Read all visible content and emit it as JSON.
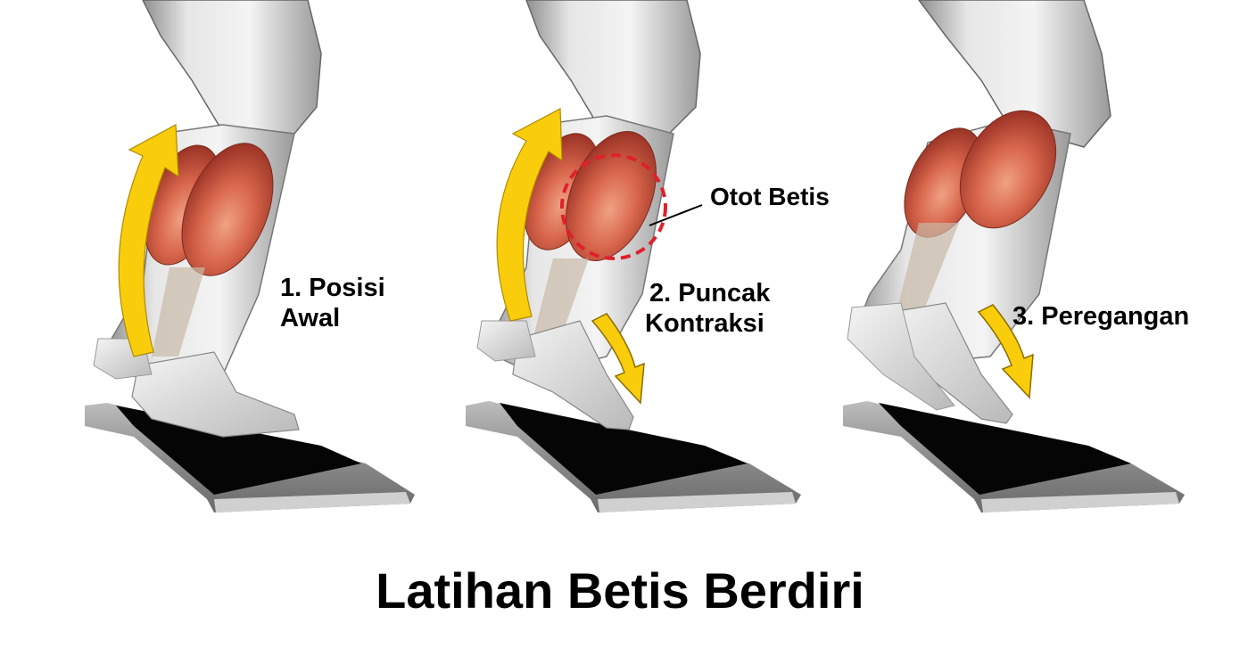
{
  "title": "Latihan Betis Berdiri",
  "colors": {
    "background": "#ffffff",
    "arrow": "#f9cd0b",
    "arrow_outline": "#b08a00",
    "muscle": "#c9553f",
    "muscle_light": "#e88a6e",
    "skin": "#e9e9e9",
    "skin_shadow": "#a9a9a9",
    "highlight_circle": "#e0202a",
    "step_top": "#050505",
    "step_body": "#9a9a9a",
    "text": "#000000"
  },
  "panels": [
    {
      "step": 1,
      "label_line1": "1. Posisi",
      "label_line2": "Awal",
      "arrows": [
        "curved-up-arrow"
      ]
    },
    {
      "step": 2,
      "label_line1": "2. Puncak",
      "label_line2": "Kontraksi",
      "callout": "Otot Betis",
      "arrows": [
        "curved-up-arrow",
        "curved-down-arrow"
      ]
    },
    {
      "step": 3,
      "label_line1": "3. Peregangan",
      "arrows": [
        "curved-down-arrow"
      ]
    }
  ]
}
